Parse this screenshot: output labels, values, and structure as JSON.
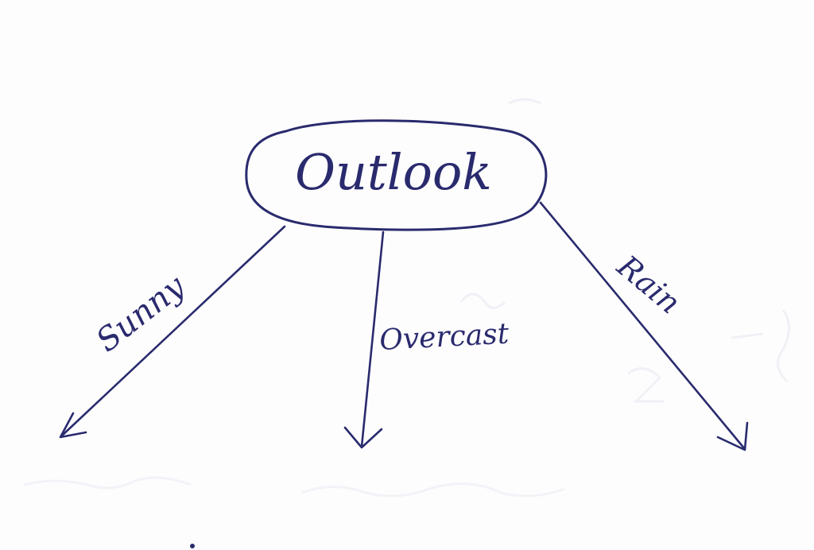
{
  "diagram": {
    "root": {
      "label": "Outlook"
    },
    "branches": [
      {
        "label": "Sunny"
      },
      {
        "label": "Overcast"
      },
      {
        "label": "Rain"
      }
    ]
  },
  "colors": {
    "ink": "#2a2a6e",
    "paper": "#fdfdfe"
  }
}
